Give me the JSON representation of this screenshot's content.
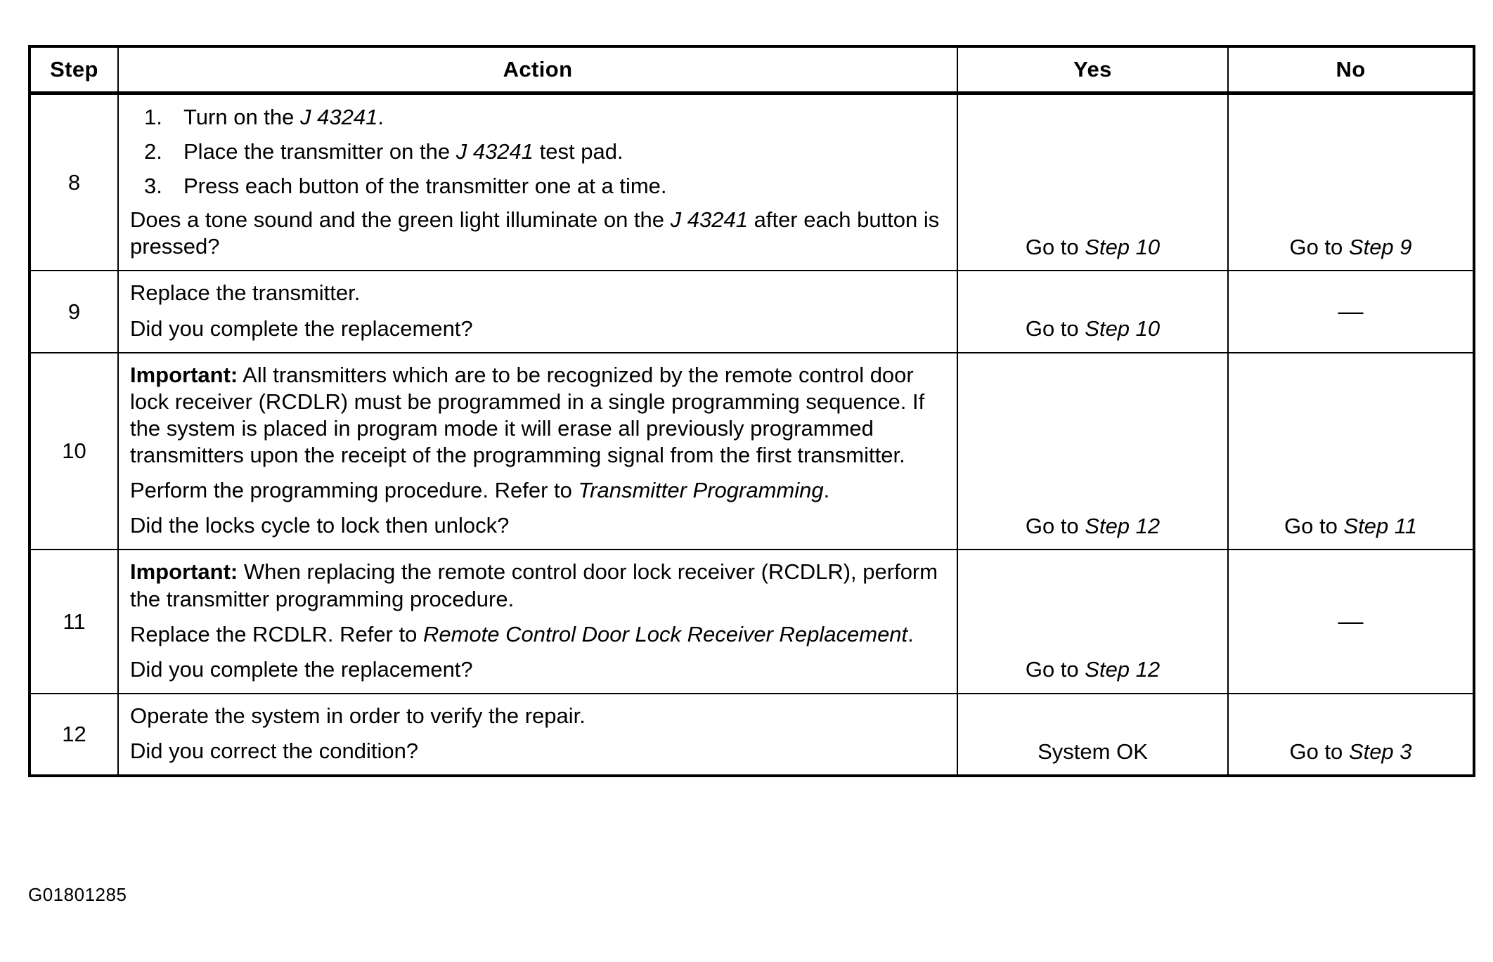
{
  "document": {
    "figure_code": "G01801285"
  },
  "table": {
    "headers": {
      "step": "Step",
      "action": "Action",
      "yes": "Yes",
      "no": "No"
    },
    "rows": [
      {
        "step": "8",
        "action": {
          "list": [
            {
              "num": "1.",
              "pre": "Turn on the ",
              "italic": "J 43241",
              "post": "."
            },
            {
              "num": "2.",
              "pre": "Place the transmitter on the ",
              "italic": "J 43241",
              "post": " test pad."
            },
            {
              "num": "3.",
              "pre": "Press each button of the transmitter one at a time.",
              "italic": "",
              "post": ""
            }
          ],
          "question_pre": "Does a tone sound and the green light illuminate on the ",
          "question_italic": "J 43241",
          "question_post": " after each button is pressed?"
        },
        "yes": {
          "pre": "Go to ",
          "italic": "Step 10",
          "post": ""
        },
        "no": {
          "pre": "Go to ",
          "italic": "Step 9",
          "post": ""
        }
      },
      {
        "step": "9",
        "action": {
          "statement": "Replace the transmitter.",
          "question": "Did you complete the replacement?"
        },
        "yes": {
          "pre": "Go to ",
          "italic": "Step 10",
          "post": ""
        },
        "no": {
          "dash": "—"
        }
      },
      {
        "step": "10",
        "action": {
          "important_label": "Important:",
          "important_text": " All transmitters which are to be recognized by the remote control door lock receiver (RCDLR) must be programmed in a single programming sequence. If the system is placed in program mode it will erase all previously programmed transmitters upon the receipt of the programming signal from the first transmitter.",
          "refer_pre": "Perform the programming procedure. Refer to ",
          "refer_italic": "Transmitter Programming",
          "refer_post": ".",
          "question": "Did the locks cycle to lock then unlock?"
        },
        "yes": {
          "pre": "Go to ",
          "italic": "Step 12",
          "post": ""
        },
        "no": {
          "pre": "Go to ",
          "italic": "Step 11",
          "post": ""
        }
      },
      {
        "step": "11",
        "action": {
          "important_label": "Important:",
          "important_text": " When replacing the remote control door lock receiver (RCDLR), perform the transmitter programming procedure.",
          "refer_pre": "Replace the RCDLR. Refer to ",
          "refer_italic": "Remote Control Door Lock Receiver Replacement",
          "refer_post": ".",
          "question": "Did you complete the replacement?"
        },
        "yes": {
          "pre": "Go to ",
          "italic": "Step 12",
          "post": ""
        },
        "no": {
          "dash": "—"
        }
      },
      {
        "step": "12",
        "action": {
          "statement": "Operate the system in order to verify the repair.",
          "question": "Did you correct the condition?"
        },
        "yes": {
          "plain": "System OK"
        },
        "no": {
          "pre": "Go to ",
          "italic": "Step 3",
          "post": ""
        }
      }
    ]
  }
}
